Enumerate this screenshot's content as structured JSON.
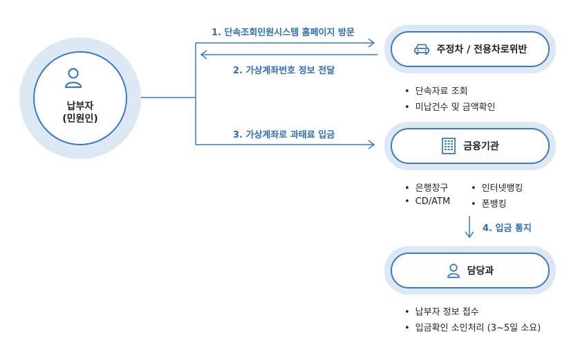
{
  "payer": {
    "line1": "납부자",
    "line2": "(민원인)"
  },
  "steps": {
    "s1": "1. 단속조회민원시스템 홈페이지 방문",
    "s2": "2. 가상계좌번호 정보 전달",
    "s3": "3. 가상계좌로 과태료 입금",
    "s4": "4. 입금 통지"
  },
  "nodes": {
    "parking": {
      "label": "주정차 / 전용차로위반",
      "icon": "car-icon"
    },
    "bank": {
      "label": "금융기관",
      "icon": "building-icon"
    },
    "officer": {
      "label": "담당과",
      "icon": "person-icon"
    }
  },
  "parking_bullets": [
    "단속자료 조회",
    "미납건수 및 금액확인"
  ],
  "bank_bullets": [
    "은행창구",
    "인터넷뱅킹",
    "CD/ATM",
    "폰뱅킹"
  ],
  "officer_bullets": [
    "납부자 정보 접수",
    "입금확인 소인처리 (3~5일 소요)"
  ],
  "colors": {
    "accent": "#3a78c4",
    "ring": "#dde8f5",
    "step_text": "#2e6db5"
  }
}
